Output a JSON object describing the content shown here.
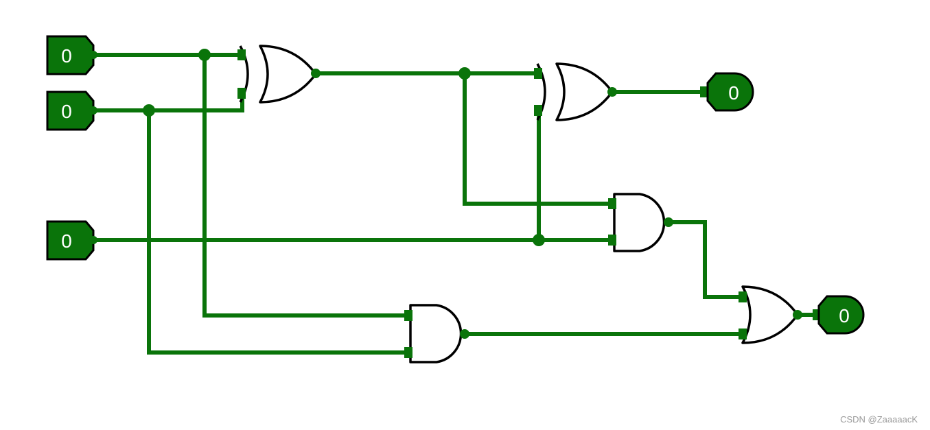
{
  "circuit": {
    "inputs": [
      {
        "name": "input-a",
        "value": "0"
      },
      {
        "name": "input-b",
        "value": "0"
      },
      {
        "name": "input-c",
        "value": "0"
      }
    ],
    "outputs": [
      {
        "name": "output-sum",
        "value": "0"
      },
      {
        "name": "output-carry",
        "value": "0"
      }
    ],
    "gates": [
      {
        "name": "xor-gate-1",
        "type": "XOR"
      },
      {
        "name": "xor-gate-2",
        "type": "XOR"
      },
      {
        "name": "and-gate-1",
        "type": "AND"
      },
      {
        "name": "and-gate-2",
        "type": "AND"
      },
      {
        "name": "or-gate-1",
        "type": "OR"
      }
    ],
    "colors": {
      "wire": "#0a740a",
      "gate_stroke": "#000000",
      "io_fill": "#0a740a",
      "io_text": "#ffffff"
    }
  },
  "watermark": "CSDN @ZaaaaacK"
}
